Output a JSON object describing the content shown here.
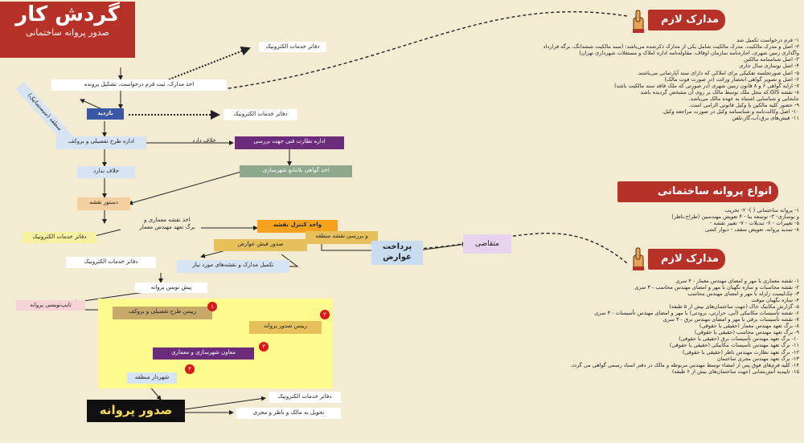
{
  "title": {
    "main": "گردش کار",
    "sub": "صدور پروانه ساختمانی"
  },
  "flow": {
    "e_services_1": "دفاتر خدمات الکترونیک",
    "receive_docs": "اخذ مدارک، ثبت فرم درخواست، تشکیل پرونده",
    "site_visit": "منطقه (سیستماتیک)",
    "inspection": "بازدید",
    "e_services_2": "دفاتر خدمات الکترونیک",
    "detailed_plan": "اداره طرح تفصیلی و بروکف",
    "violation": "خلاف دارد",
    "tech_supervision": "اداره نظارت فنی جهت بررسی",
    "no_violation": "خلاف ندارد",
    "urban_certificate": "اخذ گواهی بلامانع شهرسازی",
    "map_instruction": "دستور نقشه",
    "architect_map": "اخذ نقشه معماری و",
    "architect_commitment": "برگ تعهد مهندس معمار",
    "e_services_3": "دفاتر خدمات الکترونیک",
    "map_control_unit": "واحد کنترل نقشه",
    "regional_review": "و بررسی نقشه منطقه",
    "fee_invoice": "صدور فیش عوارض",
    "pay_fees_1": "پرداخت",
    "pay_fees_2": "عوارض",
    "applicant": "متقاضی",
    "e_services_4": "دفاتر خدمات الکترونیک",
    "complete_docs": "تکمیل مدارک و نقشه‌های مورد نیاز",
    "draft_permit": "پیش نویس پروانه",
    "confirm_permit": "تایپ‌نویسی پروانه",
    "step1": "رییس طرح تفصیلی و بروکف",
    "step2": "رییس صدور پروانه",
    "step3": "معاون شهرسازی و معماری",
    "step4": "شهردار منطقه",
    "step_nums": [
      "۱",
      "۲",
      "۳",
      "۴"
    ],
    "issue_permit": "صدور پروانه",
    "e_services_5": "دفاتر خدمات الکترونیک",
    "deliver": "تحویل به مالک و ناظر و مجری"
  },
  "required_docs_1": {
    "header": "مدارک لازم",
    "items": [
      "۱- فرم درخواست تکمیل شد",
      "۲- اصل و مدرک مالکیت. مدرک مالکیت شامل یکی از مدارک ذکرشده می‌باشد: (سند مالکیت ششدانگ، برگه قرارداد",
      "واگذاری زمین شهری، اجاره‌نامه سازمان اوقاف، مقاوله‌نامه اداره املاک و مستغلات شهرداری تهران)",
      "۳- اصل شناسنامه مالکین",
      "۴- اصل نوسازی سال جاری",
      "۵- اصل صورتجلسه تفکیکی برای املاکی که دارای سند آپارتمانی می‌باشند.",
      "۶- اصل و تصویر گواهی انحصار وراثت (در صورت فوت مالک)",
      "۷- ارایه گواهی ۶ و ۸ قانون زمین شهری (در صورتی که ملک فاقد سند مالکیت باشد)",
      "۸- نقشه GIS،که محل ملک توسط مالک بر روی آن مشخص گردیده باشد",
      "جابجایی و شناسایی اشتباه به عهده مالک می‌باشد.",
      "۹- حضور کلیه مالکین یا وکیل قانونی الزامی است.",
      "۱۰- اصل وکالت‌نامه و شناسنامه وکیل در صورت مراجعه وکیل.",
      "۱۱- فیش‌های برق،آب،گاز،تلفن"
    ]
  },
  "permit_types": {
    "header": "انواع پروانه ساختمانی",
    "items": [
      "۱- پروانه ساختمانی   (  )- ۲- تخریب",
      "و نوسازی- ۳- توسعه بنا - ۴ تعویض مهندسین (طراح،ناظر)",
      "۵- تغییرات - ۶- تبدیلات - ۷- تغییر نقشه -",
      "۸- تمدید پروانه، تعویض سقف - دیوار کشی"
    ]
  },
  "required_docs_2": {
    "header": "مدارک لازم",
    "items": [
      "۱- نقشه معماری با مهر و امضای مهندس معمار - ۴ سری",
      "۲- نقشه محاسبات و سازه نگهبان با مهر و امضای مهندس محاسب - ۳ سری",
      "۳- چک‌لیست زلزله با مهر و امضای مهندس محاسب",
      "۴- سازه نگهبان موقت",
      "۵- گزارش مکانیک خاک (جهت ساختمان‌های بیش از ۵ طبقه)",
      "۶- نقشه تأسیسات مکانیکی (آبی، حرارتی، برودتی) با مهر و امضای مهندس تأسیسات - ۳ سری",
      "۷- نقشه تأسیسات برقی با مهر و امضای مهندس برق - ۳ سری",
      "۸- برگ تعهد مهندس معمار (حقیقی یا حقوقی)",
      "۹- برگ تعهد مهندس محاسب (حقیقی یا حقوقی)",
      "۱۰- برگ تعهد مهندس تأسیسات برق (حقیقی یا حقوقی)",
      "۱۱- برگ تعهد مهندس تأسیسات مکانیکی (حقیقی یا حقوقی)",
      "۱۲- برگ تعهد نظارت مهندس ناظر (حقیقی یا حقوقی)",
      "۱۳- برگ تعهد مهندس مجری ساختمان",
      "۱۴- کلیه فرم‌های فوق پس از امضاء توسط مهندس مربوطه و مالک در دفتر اسناد رسمی گواهی می گردد.",
      "۱۵- تاییدیه آتش‌نشانی (جهت ساختمان‌های بیش از ۶ طبقه)"
    ]
  },
  "colors": {
    "title_bg": "#b63228",
    "purple": "#6b2d7b",
    "navy": "#3a57a5",
    "highlight": "#fdfb8d",
    "background": "#f3ecd3"
  }
}
